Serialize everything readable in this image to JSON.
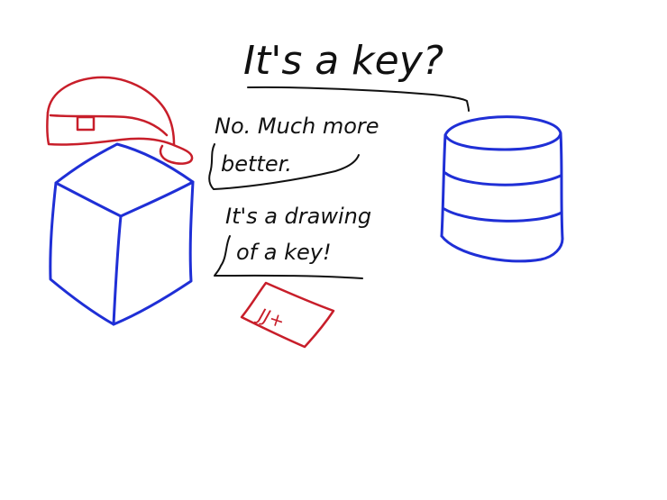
{
  "texts": {
    "title": "It's a key?",
    "reply1_line1": "No. Much more",
    "reply1_line2": "better.",
    "reply2_line1": "It's a drawing",
    "reply2_line2": "of a key!",
    "card_label": "JJ+"
  },
  "colors": {
    "ink": "#111111",
    "blue": "#1f2fd6",
    "red": "#c81e2a"
  },
  "icons": {
    "hat": "santa-hat-icon",
    "cube": "cube-icon",
    "database": "database-cylinder-icon",
    "card": "key-card-icon"
  }
}
